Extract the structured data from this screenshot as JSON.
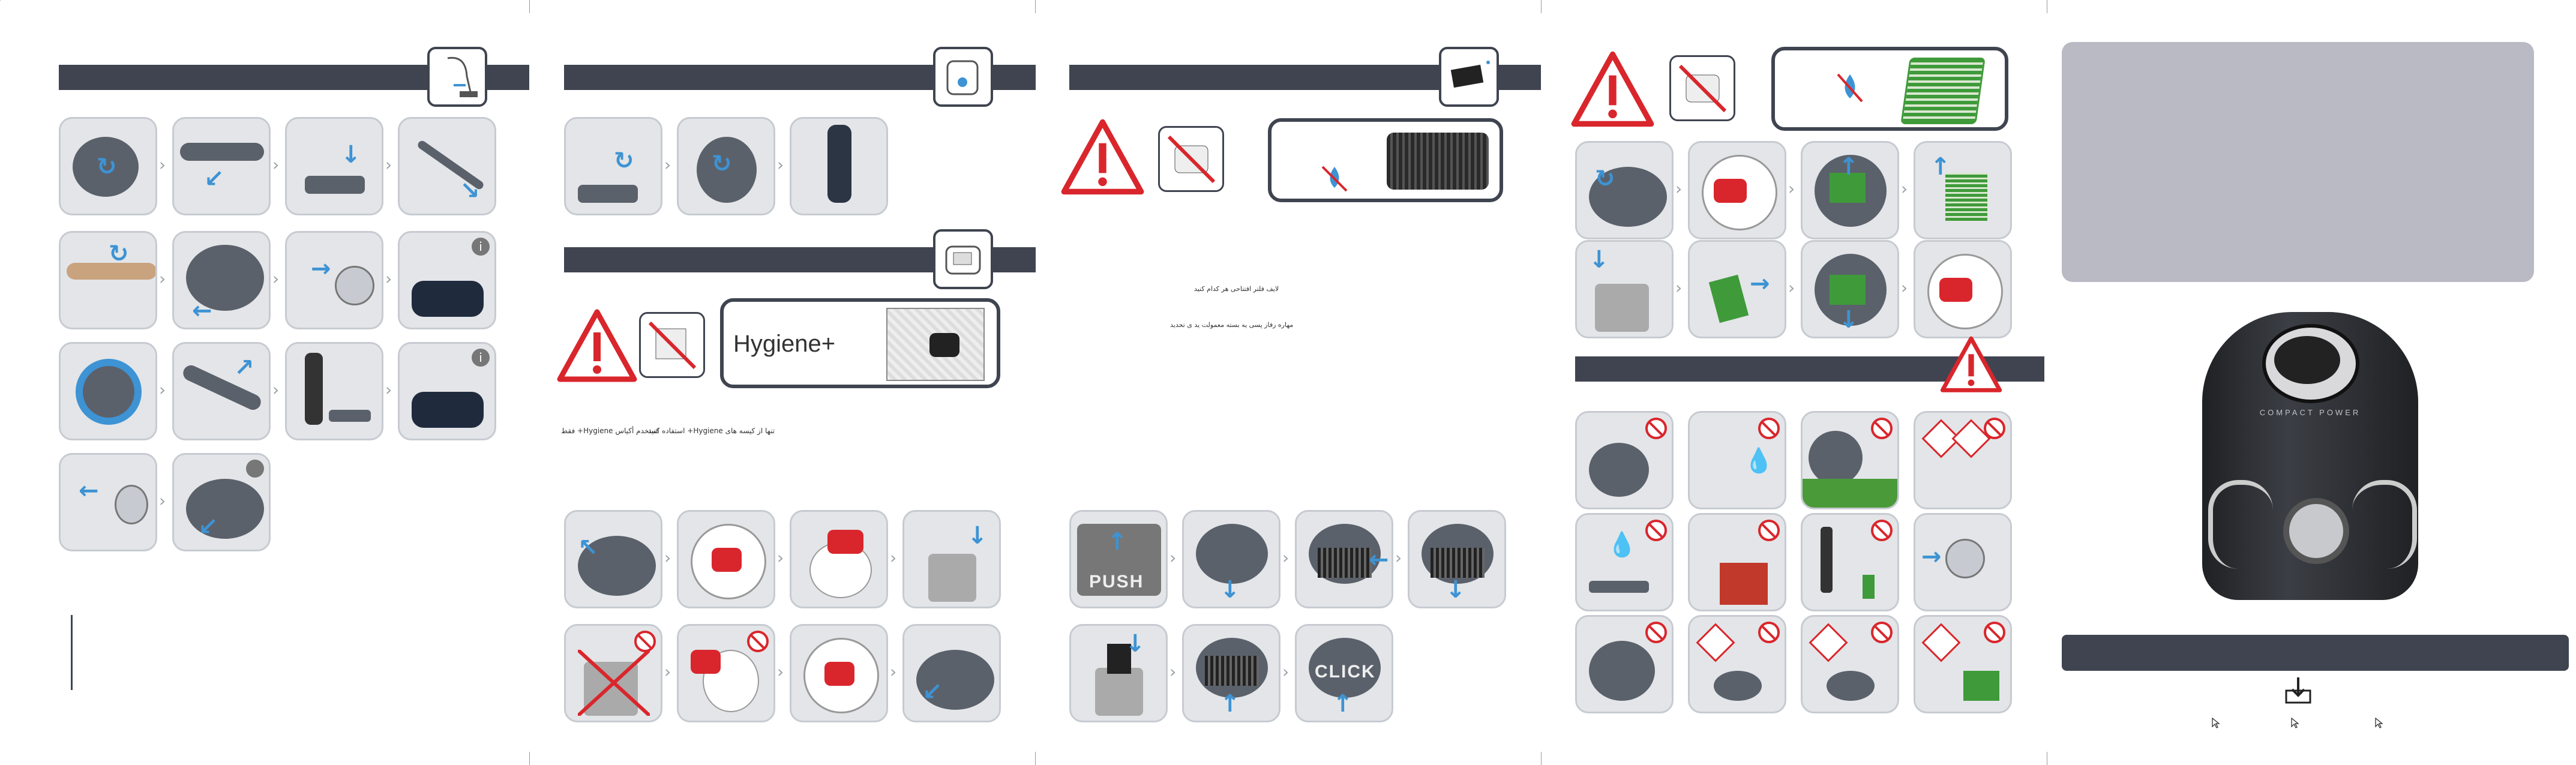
{
  "brand": {
    "product_text": "COMPACT POWER",
    "hygiene_label": "Hygiene+",
    "push_label": "PUSH",
    "click_label": "CLICK"
  },
  "notes": {
    "hygiene_instruction": "تنها از کیسه های Hygiene+ استفاده کنید",
    "hygiene_filter_instruction": "استخدم أكياس Hygiene+ فقط",
    "filter_note_1": "لایف فلتر افتتاحی هر کدام کنید",
    "filter_note_2": "مهاره رفاز پسی یه بسته معمولت ید ی تحدید"
  },
  "colors": {
    "panel_bar": "#3f4450",
    "warning_red": "#d9262c",
    "arrow_blue": "#3d93d4",
    "filter_green": "#3f9a3a",
    "cover_grey": "#b9bac4"
  },
  "icons": [
    "vacuum-icon",
    "warning-triangle-icon",
    "no-water-icon",
    "filter-icon",
    "download-icon",
    "cursor-icon",
    "stop-icon",
    "info-icon"
  ]
}
